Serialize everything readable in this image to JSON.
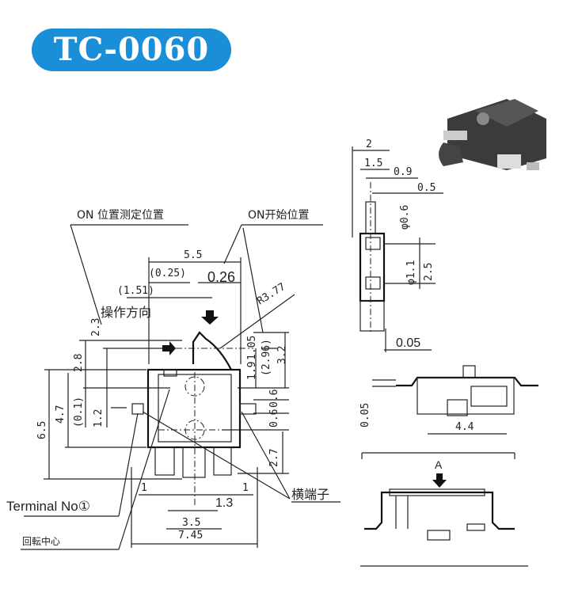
{
  "title": "TC-0060",
  "labels": {
    "on_measure": "ON 位置测定位置",
    "on_start": "ON开始位置",
    "operate_dir": "操作方向",
    "terminal_no1": "Terminal No①",
    "rotation_center": "回転中心",
    "side_terminal": "横端子",
    "view_a": "A"
  },
  "dims_front": {
    "w55": "5.5",
    "p025": "(0.25)",
    "d026": "0.26",
    "p151": "(1.51)",
    "r377": "R3.77",
    "h23": "2.3",
    "h28": "2.8",
    "h105": "1.05",
    "h19": "1.9",
    "p296": "(2.96)",
    "h32": "3.2",
    "h47": "4.7",
    "h65": "6.5",
    "p01": "(0.1)",
    "h12": "1.2",
    "h06a": "0.6",
    "h06b": "0.6",
    "h27": "2.7",
    "w1a": "1",
    "w1b": "1",
    "w13": "1.3",
    "w35": "3.5",
    "w745": "7.45"
  },
  "dims_side": {
    "w2": "2",
    "w15": "1.5",
    "w09": "0.9",
    "w05": "0.5",
    "phi06": "φ0.6",
    "phi11": "φ1.1",
    "h25": "2.5",
    "t005": "0.05"
  },
  "dims_bottom": {
    "h005": "0.05",
    "w44": "4.4"
  }
}
